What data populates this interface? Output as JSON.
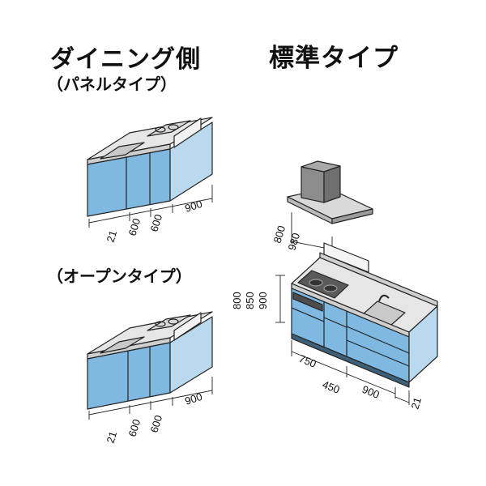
{
  "headings": {
    "dining_side": "ダイニング側",
    "panel_type": "（パネルタイプ）",
    "open_type": "（オープンタイプ）",
    "standard_type": "標準タイプ"
  },
  "dimensions": {
    "panel": {
      "end": "21",
      "a": "600",
      "b": "600",
      "c": "900"
    },
    "open": {
      "end": "21",
      "a": "600",
      "b": "600",
      "c": "900"
    },
    "standard": {
      "hood_depth_1": "800",
      "hood_depth_2": "980",
      "height_1": "800",
      "height_2": "850",
      "height_3": "900",
      "width_1": "750",
      "width_2": "450",
      "width_3": "900",
      "end": "21"
    }
  },
  "colors": {
    "cabinet_front": "#7fb8e0",
    "cabinet_front_light": "#b9d9ef",
    "countertop": "#e4e4e4",
    "outline": "#222222",
    "sink": "#c9c9c9",
    "hood": "#8c8c8c"
  }
}
